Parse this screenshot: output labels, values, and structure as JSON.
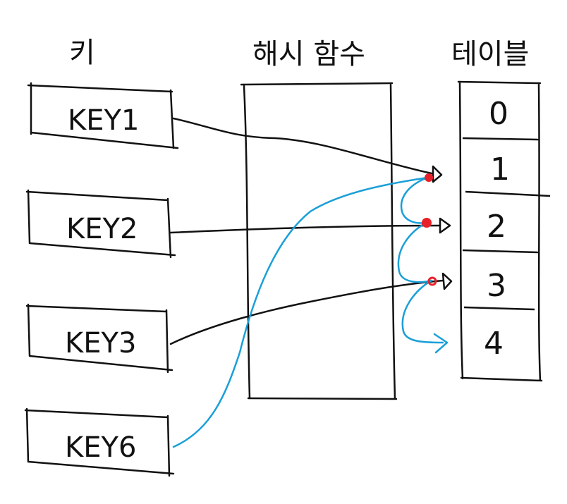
{
  "headers": {
    "keys": "키",
    "hash_function": "해시 함수",
    "table": "테이블"
  },
  "keys": [
    "KEY1",
    "KEY2",
    "KEY3",
    "KEY6"
  ],
  "table_slots": [
    "0",
    "1",
    "2",
    "3",
    "4"
  ],
  "colors": {
    "stroke": "#111111",
    "probe_arrow": "#1a9fd8",
    "collision_dot": "#e8202a"
  }
}
